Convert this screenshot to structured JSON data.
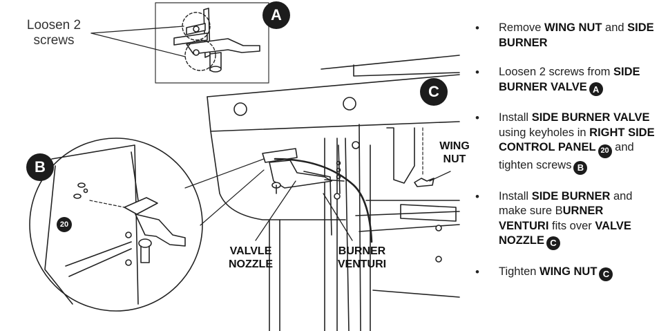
{
  "callouts": {
    "loosen_screws": "Loosen 2\nscrews",
    "wing_nut": "WING\nNUT",
    "valve_nozzle": "VALVLE\nNOZZLE",
    "burner_venturi": "BURNER\nVENTURI"
  },
  "badges": {
    "a": "A",
    "b": "B",
    "c": "C",
    "part_number": "20"
  },
  "steps": [
    {
      "parts": [
        {
          "t": "Remove ",
          "b": false
        },
        {
          "t": "WING NUT",
          "b": true
        },
        {
          "t": " and ",
          "b": false
        },
        {
          "t": "SIDE BURNER",
          "b": true
        }
      ]
    },
    {
      "parts": [
        {
          "t": "Loosen 2 screws from ",
          "b": false
        },
        {
          "t": "SIDE BURNER VALVE",
          "b": true
        }
      ],
      "badge": "A"
    },
    {
      "parts": [
        {
          "t": "Install ",
          "b": false
        },
        {
          "t": "SIDE BURNER VALVE",
          "b": true
        },
        {
          "t": " using keyholes in ",
          "b": false
        },
        {
          "t": "RIGHT SIDE CONTROL PANEL",
          "b": true
        },
        {
          "t": "|20|",
          "b": false
        },
        {
          "t": " and tighten screws",
          "b": false
        }
      ],
      "badge": "B"
    },
    {
      "parts": [
        {
          "t": "Install ",
          "b": false
        },
        {
          "t": "SIDE BURNER",
          "b": true
        },
        {
          "t": " and make sure B",
          "b": false
        },
        {
          "t": "URNER VENTURI",
          "b": true
        },
        {
          "t": " fits over ",
          "b": false
        },
        {
          "t": "VALVE NOZZLE",
          "b": true
        }
      ],
      "badge": "C"
    },
    {
      "parts": [
        {
          "t": "Tighten ",
          "b": false
        },
        {
          "t": "WING NUT",
          "b": true
        }
      ],
      "badge": "C"
    }
  ]
}
